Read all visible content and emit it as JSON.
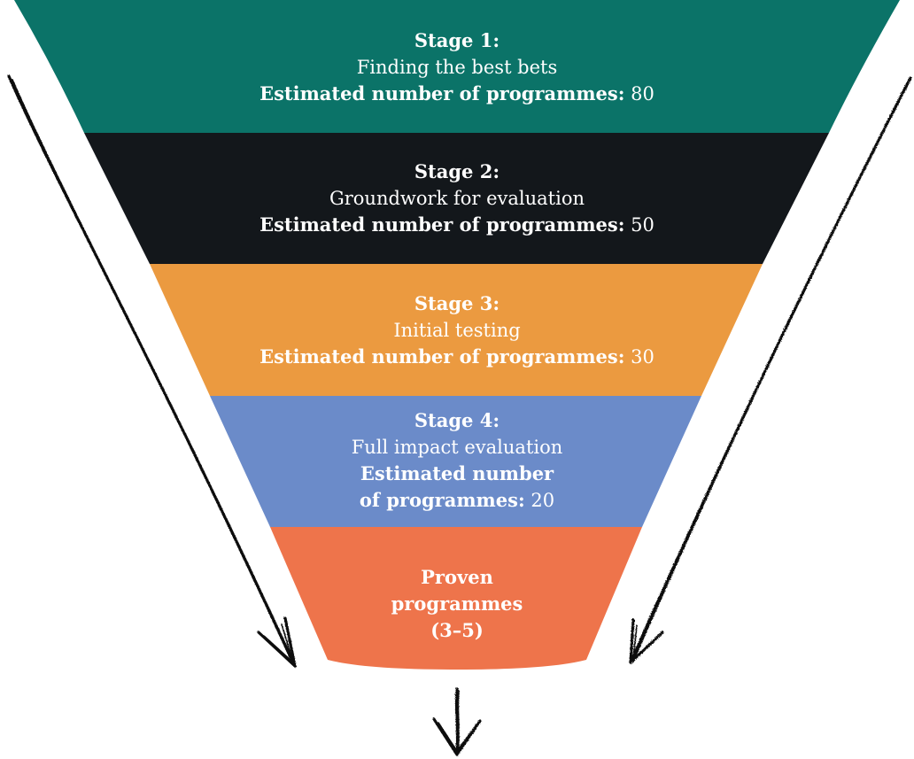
{
  "colors": {
    "stage1": "#0b7368",
    "stage2": "#13171b",
    "stage3": "#eb9a40",
    "stage4": "#6b8bc9",
    "stage5": "#ee744b",
    "arrow": "#111111",
    "text": "#ffffff"
  },
  "icons": [
    "sketch-arrow-left-icon",
    "sketch-arrow-right-icon",
    "sketch-arrow-down-icon"
  ],
  "stages": [
    {
      "title": "Stage 1:",
      "description": "Finding the best bets",
      "estimate_label": "Estimated number of programmes:",
      "estimate_value": "80"
    },
    {
      "title": "Stage 2:",
      "description": "Groundwork for evaluation",
      "estimate_label": "Estimated number of programmes:",
      "estimate_value": "50"
    },
    {
      "title": "Stage 3:",
      "description": "Initial testing",
      "estimate_label": "Estimated number of programmes:",
      "estimate_value": "30"
    },
    {
      "title": "Stage 4:",
      "description": "Full impact evaluation",
      "estimate_label_line1": "Estimated number",
      "estimate_label_line2": "of programmes:",
      "estimate_value": "20"
    }
  ],
  "final": {
    "line1": "Proven",
    "line2": "programmes",
    "line3": "(3–5)"
  }
}
